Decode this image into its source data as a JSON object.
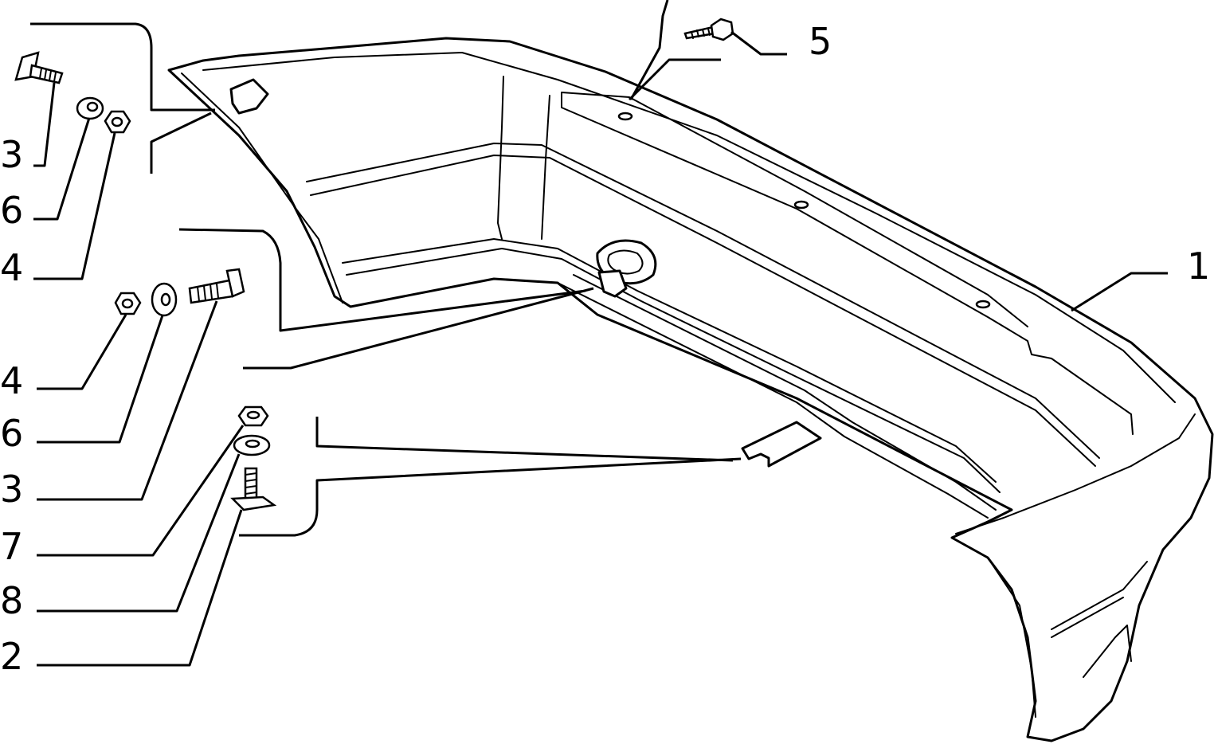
{
  "callouts": {
    "c1": "1",
    "c2": "2",
    "c3a": "3",
    "c3b": "3",
    "c4a": "4",
    "c4b": "4",
    "c5": "5",
    "c6a": "6",
    "c6b": "6",
    "c7": "7",
    "c8": "8"
  },
  "colors": {
    "ink": "#000000",
    "paper": "#ffffff"
  }
}
